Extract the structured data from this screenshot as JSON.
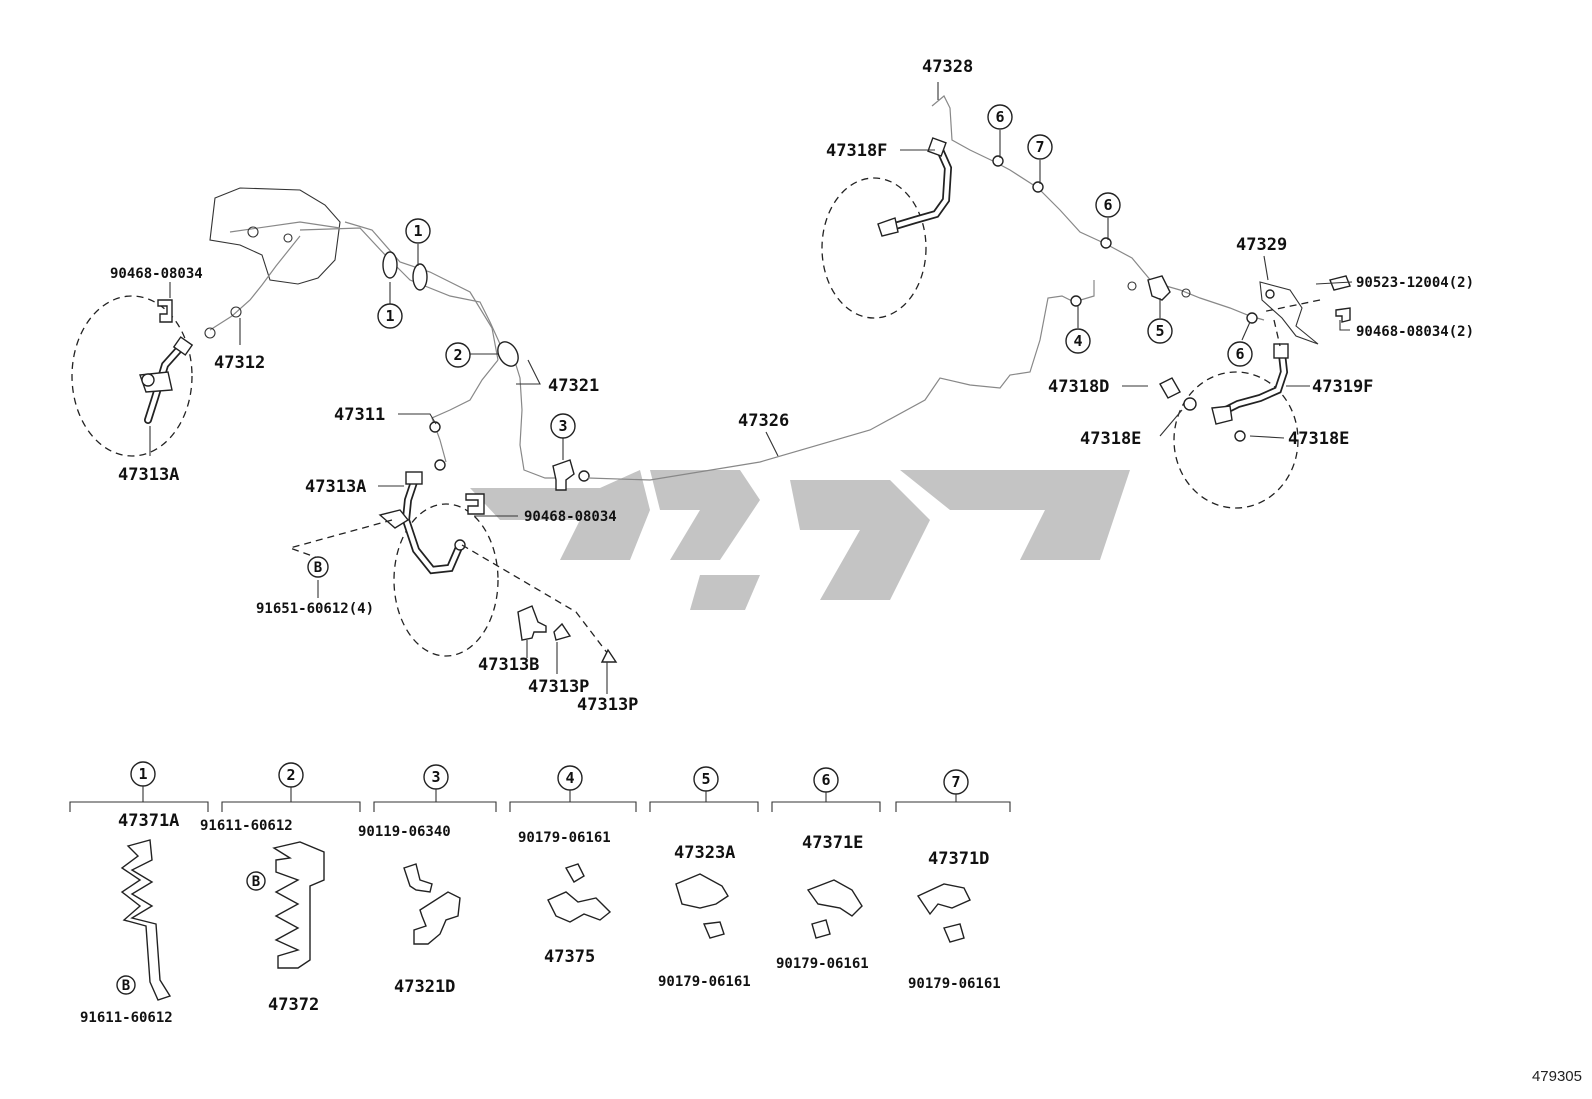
{
  "callouts": {
    "c47328": "47328",
    "c47318F": "47318F",
    "c90468_08034_a": "90468-08034",
    "c47312": "47312",
    "c47313A_a": "47313A",
    "c47321": "47321",
    "c47311": "47311",
    "c47313A_b": "47313A",
    "c90468_08034_b": "90468-08034",
    "c91651_60612": "91651-60612(4)",
    "c47313B": "47313B",
    "c47313P_a": "47313P",
    "c47313P_b": "47313P",
    "c47326": "47326",
    "c47329": "47329",
    "c90523_12004": "90523-12004(2)",
    "c90468_08034_c": "90468-08034(2)",
    "c47318D": "47318D",
    "c47319F": "47319F",
    "c47318E_a": "47318E",
    "c47318E_b": "47318E"
  },
  "markers": {
    "n1": "1",
    "n2": "2",
    "n3": "3",
    "n4": "4",
    "n5": "5",
    "n6": "6",
    "n7": "7",
    "b": "B"
  },
  "groups": [
    {
      "num": "1",
      "parts": [
        "47371A",
        "91611-60612"
      ]
    },
    {
      "num": "2",
      "parts": [
        "91611-60612",
        "47372"
      ]
    },
    {
      "num": "3",
      "parts": [
        "90119-06340",
        "47321D"
      ]
    },
    {
      "num": "4",
      "parts": [
        "90179-06161",
        "47375"
      ]
    },
    {
      "num": "5",
      "parts": [
        "47323A",
        "90179-06161"
      ]
    },
    {
      "num": "6",
      "parts": [
        "47371E",
        "90179-06161"
      ]
    },
    {
      "num": "7",
      "parts": [
        "47371D",
        "90179-06161"
      ]
    }
  ],
  "footer": {
    "code": "479305"
  },
  "colors": {
    "ink": "#111111",
    "watermark": "#c4c4c4"
  }
}
